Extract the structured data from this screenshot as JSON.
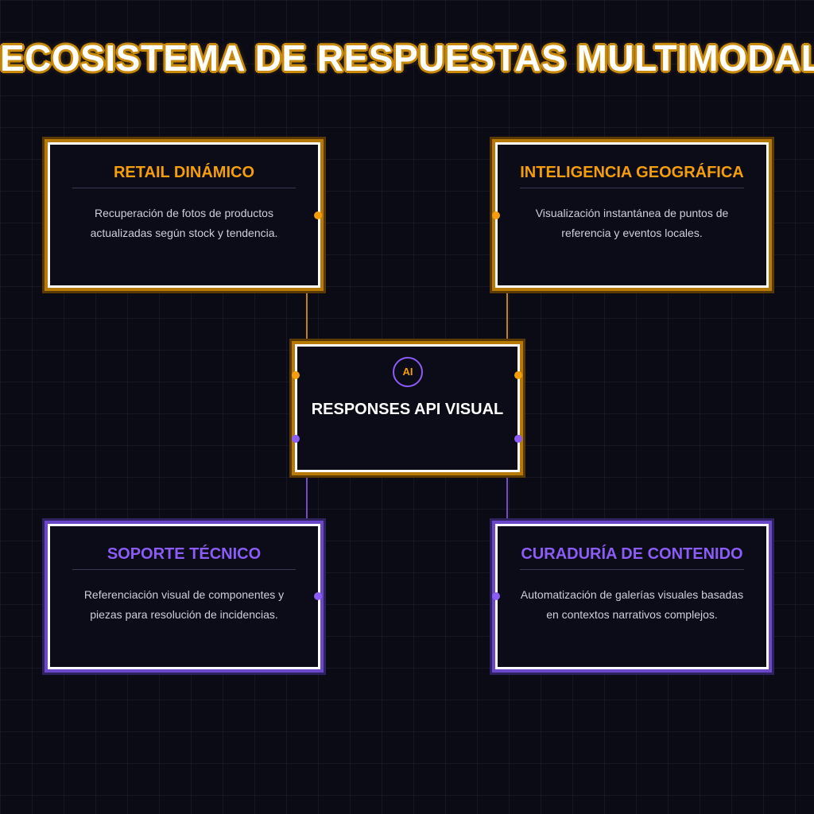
{
  "title": "ECOSISTEMA DE RESPUESTAS MULTIMODALES",
  "colors": {
    "orange": "#f59e0b",
    "purple": "#8b5cf6",
    "background": "#0b0b16"
  },
  "center": {
    "badge": "AI",
    "title": "RESPONSES API VISUAL"
  },
  "cards": [
    {
      "title": "RETAIL DINÁMICO",
      "description": "Recuperación de fotos de productos actualizadas según stock y tendencia.",
      "accent": "orange"
    },
    {
      "title": "INTELIGENCIA GEOGRÁFICA",
      "description": "Visualización instantánea de puntos de referencia y eventos locales.",
      "accent": "orange"
    },
    {
      "title": "SOPORTE TÉCNICO",
      "description": "Referenciación visual de componentes y piezas para resolución de incidencias.",
      "accent": "purple"
    },
    {
      "title": "CURADURÍA DE CONTENIDO",
      "description": "Automatización de galerías visuales basadas en contextos narrativos complejos.",
      "accent": "purple"
    }
  ]
}
